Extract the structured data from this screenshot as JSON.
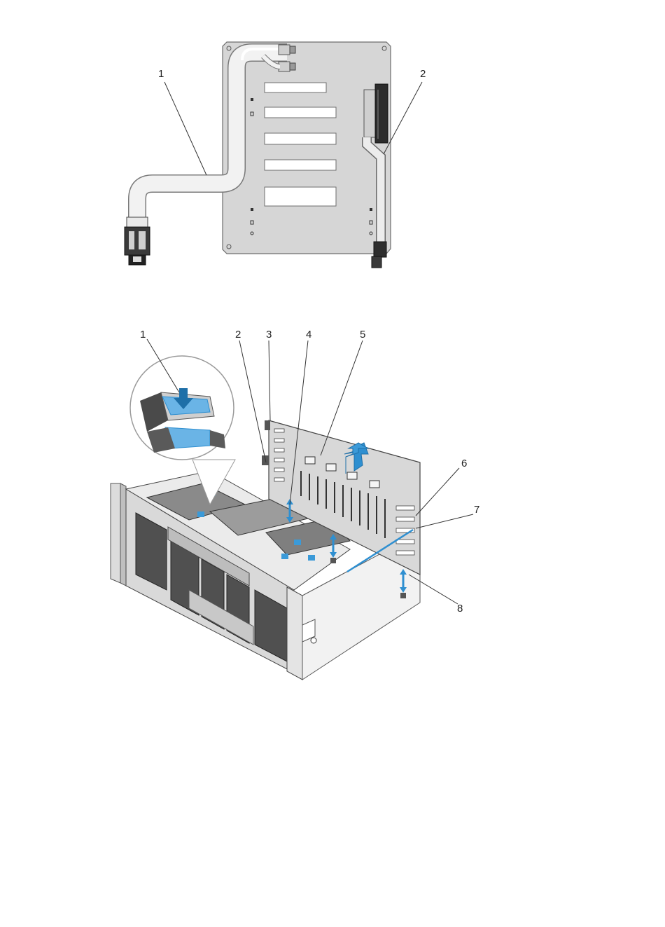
{
  "figure_top": {
    "callouts": [
      {
        "id": "1",
        "label": "1"
      },
      {
        "id": "2",
        "label": "2"
      }
    ]
  },
  "figure_bottom": {
    "callouts": [
      {
        "id": "1",
        "label": "1"
      },
      {
        "id": "2",
        "label": "2"
      },
      {
        "id": "3",
        "label": "3"
      },
      {
        "id": "4",
        "label": "4"
      },
      {
        "id": "5",
        "label": "5"
      },
      {
        "id": "6",
        "label": "6"
      },
      {
        "id": "7",
        "label": "7"
      },
      {
        "id": "8",
        "label": "8"
      }
    ]
  },
  "colors": {
    "board": "#d4d4d4",
    "board_edge": "#6d6d6d",
    "cable": "#e8e8e8",
    "accent_blue": "#2f8fd0",
    "line": "#333333"
  }
}
